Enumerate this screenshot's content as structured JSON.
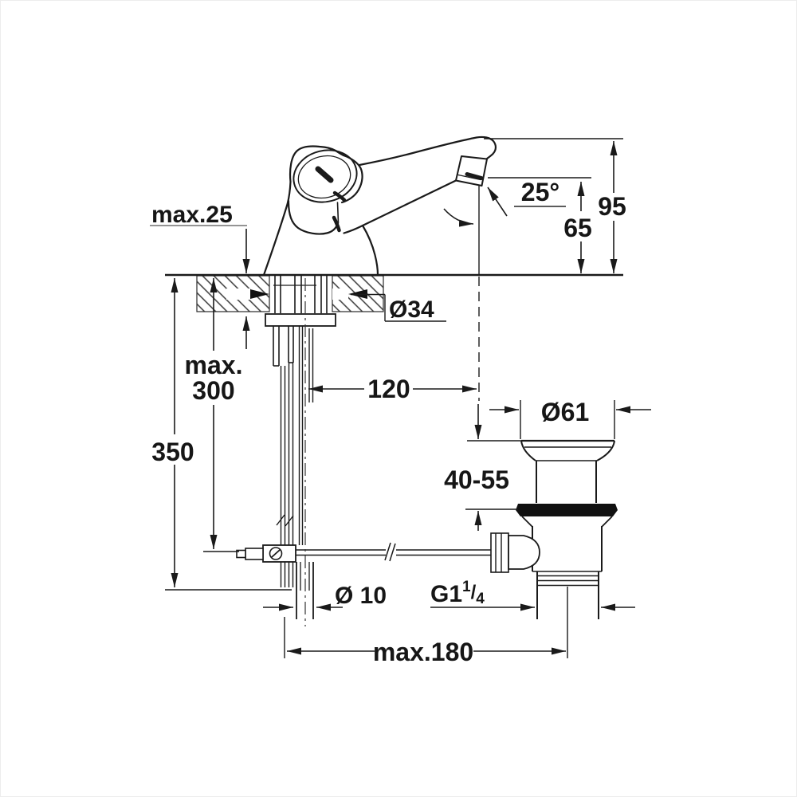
{
  "meta": {
    "title": "Basin mixer faucet with pop-up waste - installation dimension drawing",
    "background": "#ffffff",
    "line_color": "#1a1a1a",
    "units": "mm"
  },
  "labels": {
    "deck_max": "max.25",
    "angle": "25°",
    "height_overall": "95",
    "height_spout": "65",
    "hole_dia": "Ø34",
    "hose_max_word": "max.",
    "hose_max_val": "300",
    "depth_total": "350",
    "spout_reach": "120",
    "drain_dia": "Ø61",
    "basin_thickness_range": "40-55",
    "rod_dia": "Ø 10",
    "thread_prefix": "G1",
    "thread_sup": "1",
    "thread_sep": "/",
    "thread_sub": "4",
    "span_max": "max.180"
  }
}
